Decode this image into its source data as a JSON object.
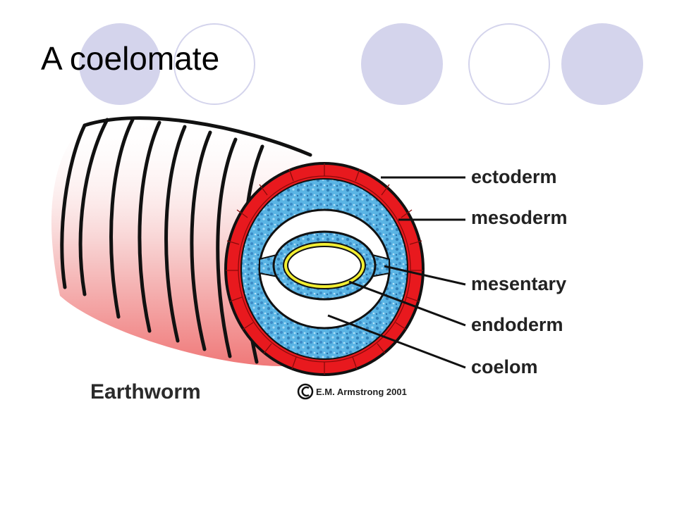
{
  "slide": {
    "title": "A coelomate"
  },
  "diagram": {
    "labels": {
      "ectoderm": "ectoderm",
      "mesoderm": "mesoderm",
      "mesentary": "mesentary",
      "endoderm": "endoderm",
      "coelom": "coelom"
    },
    "caption": "Earthworm",
    "credit": "E.M. Armstrong 2001"
  },
  "colors": {
    "accent_circle": "#d4d4ec",
    "ectoderm": "#e8191e",
    "mesoderm": "#5ab4e4",
    "gut_lining": "#f2ee32",
    "body_shade": "#f4a8a8"
  },
  "icons": {
    "copyright": "copyright-icon"
  }
}
